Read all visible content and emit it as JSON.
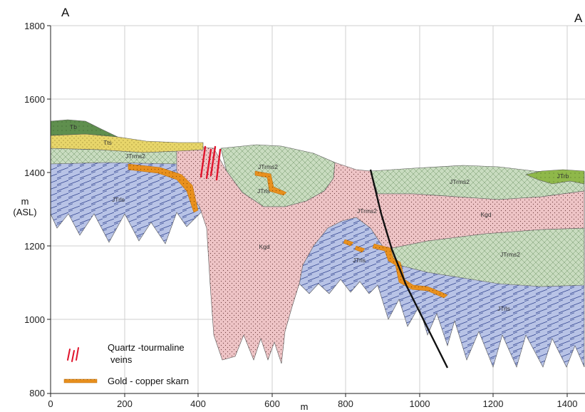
{
  "section": {
    "corner_left": "A",
    "corner_right": "A",
    "y_axis": {
      "label_line1": "m",
      "label_line2": "(ASL)",
      "ticks": [
        "800",
        "1000",
        "1200",
        "1400",
        "1600",
        "1800"
      ]
    },
    "x_axis": {
      "label": "m",
      "ticks": [
        "0",
        "200",
        "400",
        "600",
        "800",
        "1000",
        "1200",
        "1400"
      ]
    },
    "units": {
      "Tb": "Tb",
      "Tts": "Tts",
      "JTrms2_left": "JTrms2",
      "JTrms2_mid": "JTrms2",
      "JTrms2_right": "JTrms2",
      "JTrms2_low": "JTrms2",
      "JTrms2_central": "JTrms2",
      "JTrls_left": "JTrls",
      "JTrls_mid": "JTrls",
      "JTrls_low": "JTrls",
      "JTrls_right": "JTrls",
      "Kgd_main": "Kgd",
      "Kgd_right": "Kgd",
      "JTrb": "JTrb"
    },
    "legend": {
      "veins_line1": "Quartz -tourmaline",
      "veins_line2": "veins",
      "skarn": "Gold - copper skarn"
    },
    "colors": {
      "Tb": "#5f8f4e",
      "Tts": "#e8d66a",
      "JTrms2": "#c9dcc0",
      "JTrls": "#b8c3e6",
      "Kgd": "#eec4c6",
      "JTrb": "#8fb84a",
      "skarn": "#e8901e",
      "veins": "#e0142c",
      "fault": "#111111"
    }
  }
}
